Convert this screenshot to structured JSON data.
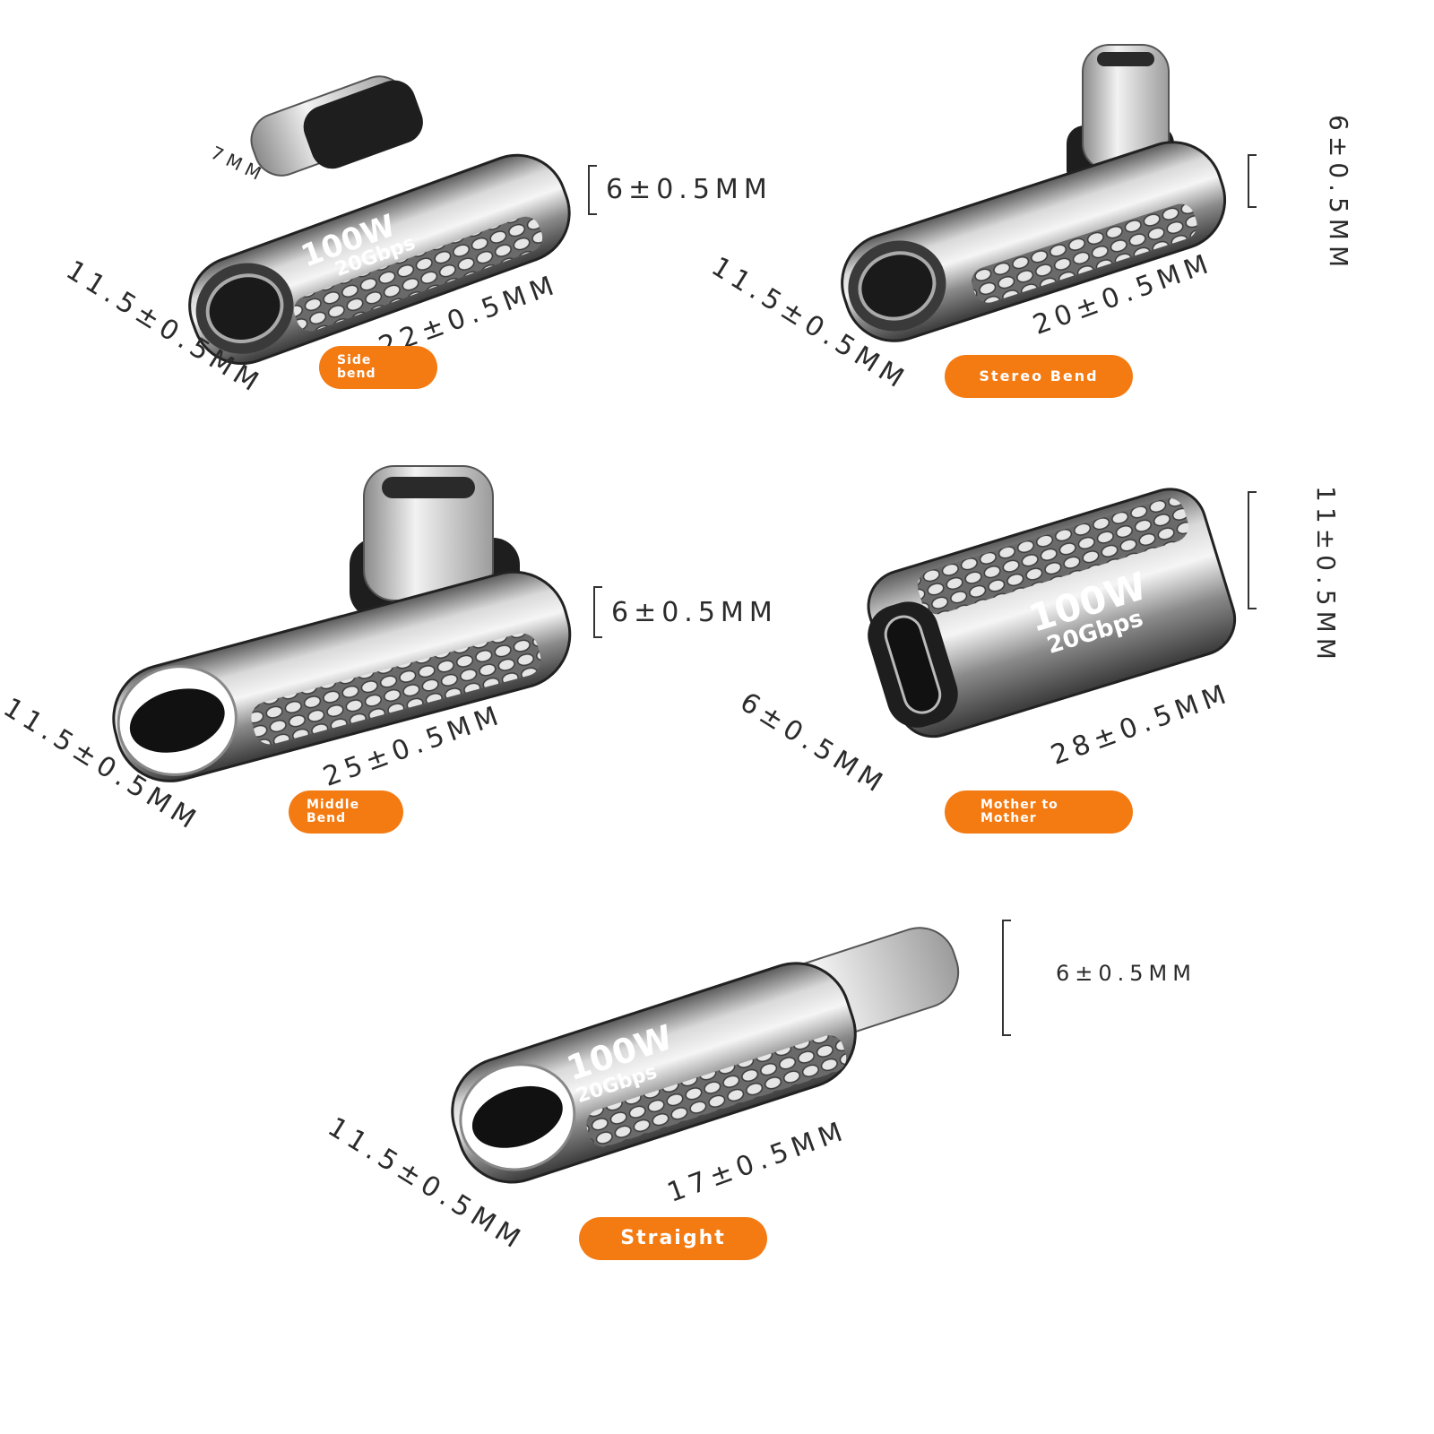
{
  "adapters": [
    {
      "name": "Side bend",
      "badge": "Side\nbend",
      "length": "22±0.5MM",
      "width": "11.5±0.5MM",
      "height": "6±0.5MM",
      "plug_thickness": "7MM",
      "power": "100W",
      "speed": "20Gbps"
    },
    {
      "name": "Stereo Bend",
      "badge": "Stereo Bend",
      "length": "20±0.5MM",
      "width": "11.5±0.5MM",
      "height": "6±0.5MM"
    },
    {
      "name": "Middle Bend",
      "badge": "Middle\nBend",
      "length": "25±0.5MM",
      "width": "11.5±0.5MM",
      "height": "6±0.5MM"
    },
    {
      "name": "Mother to Mother",
      "badge": "Mother to\nMother",
      "length": "28±0.5MM",
      "width": "6±0.5MM",
      "height": "11±0.5MM",
      "power": "100W",
      "speed": "20Gbps"
    },
    {
      "name": "Straight",
      "badge": "Straight",
      "length": "17±0.5MM",
      "width": "11.5±0.5MM",
      "height": "6±0.5MM",
      "power": "100W",
      "speed": "20Gbps"
    }
  ],
  "colors": {
    "badge": "#f47a12",
    "metal_light": "#e8e8e8",
    "metal_dark": "#2a2a2a"
  }
}
